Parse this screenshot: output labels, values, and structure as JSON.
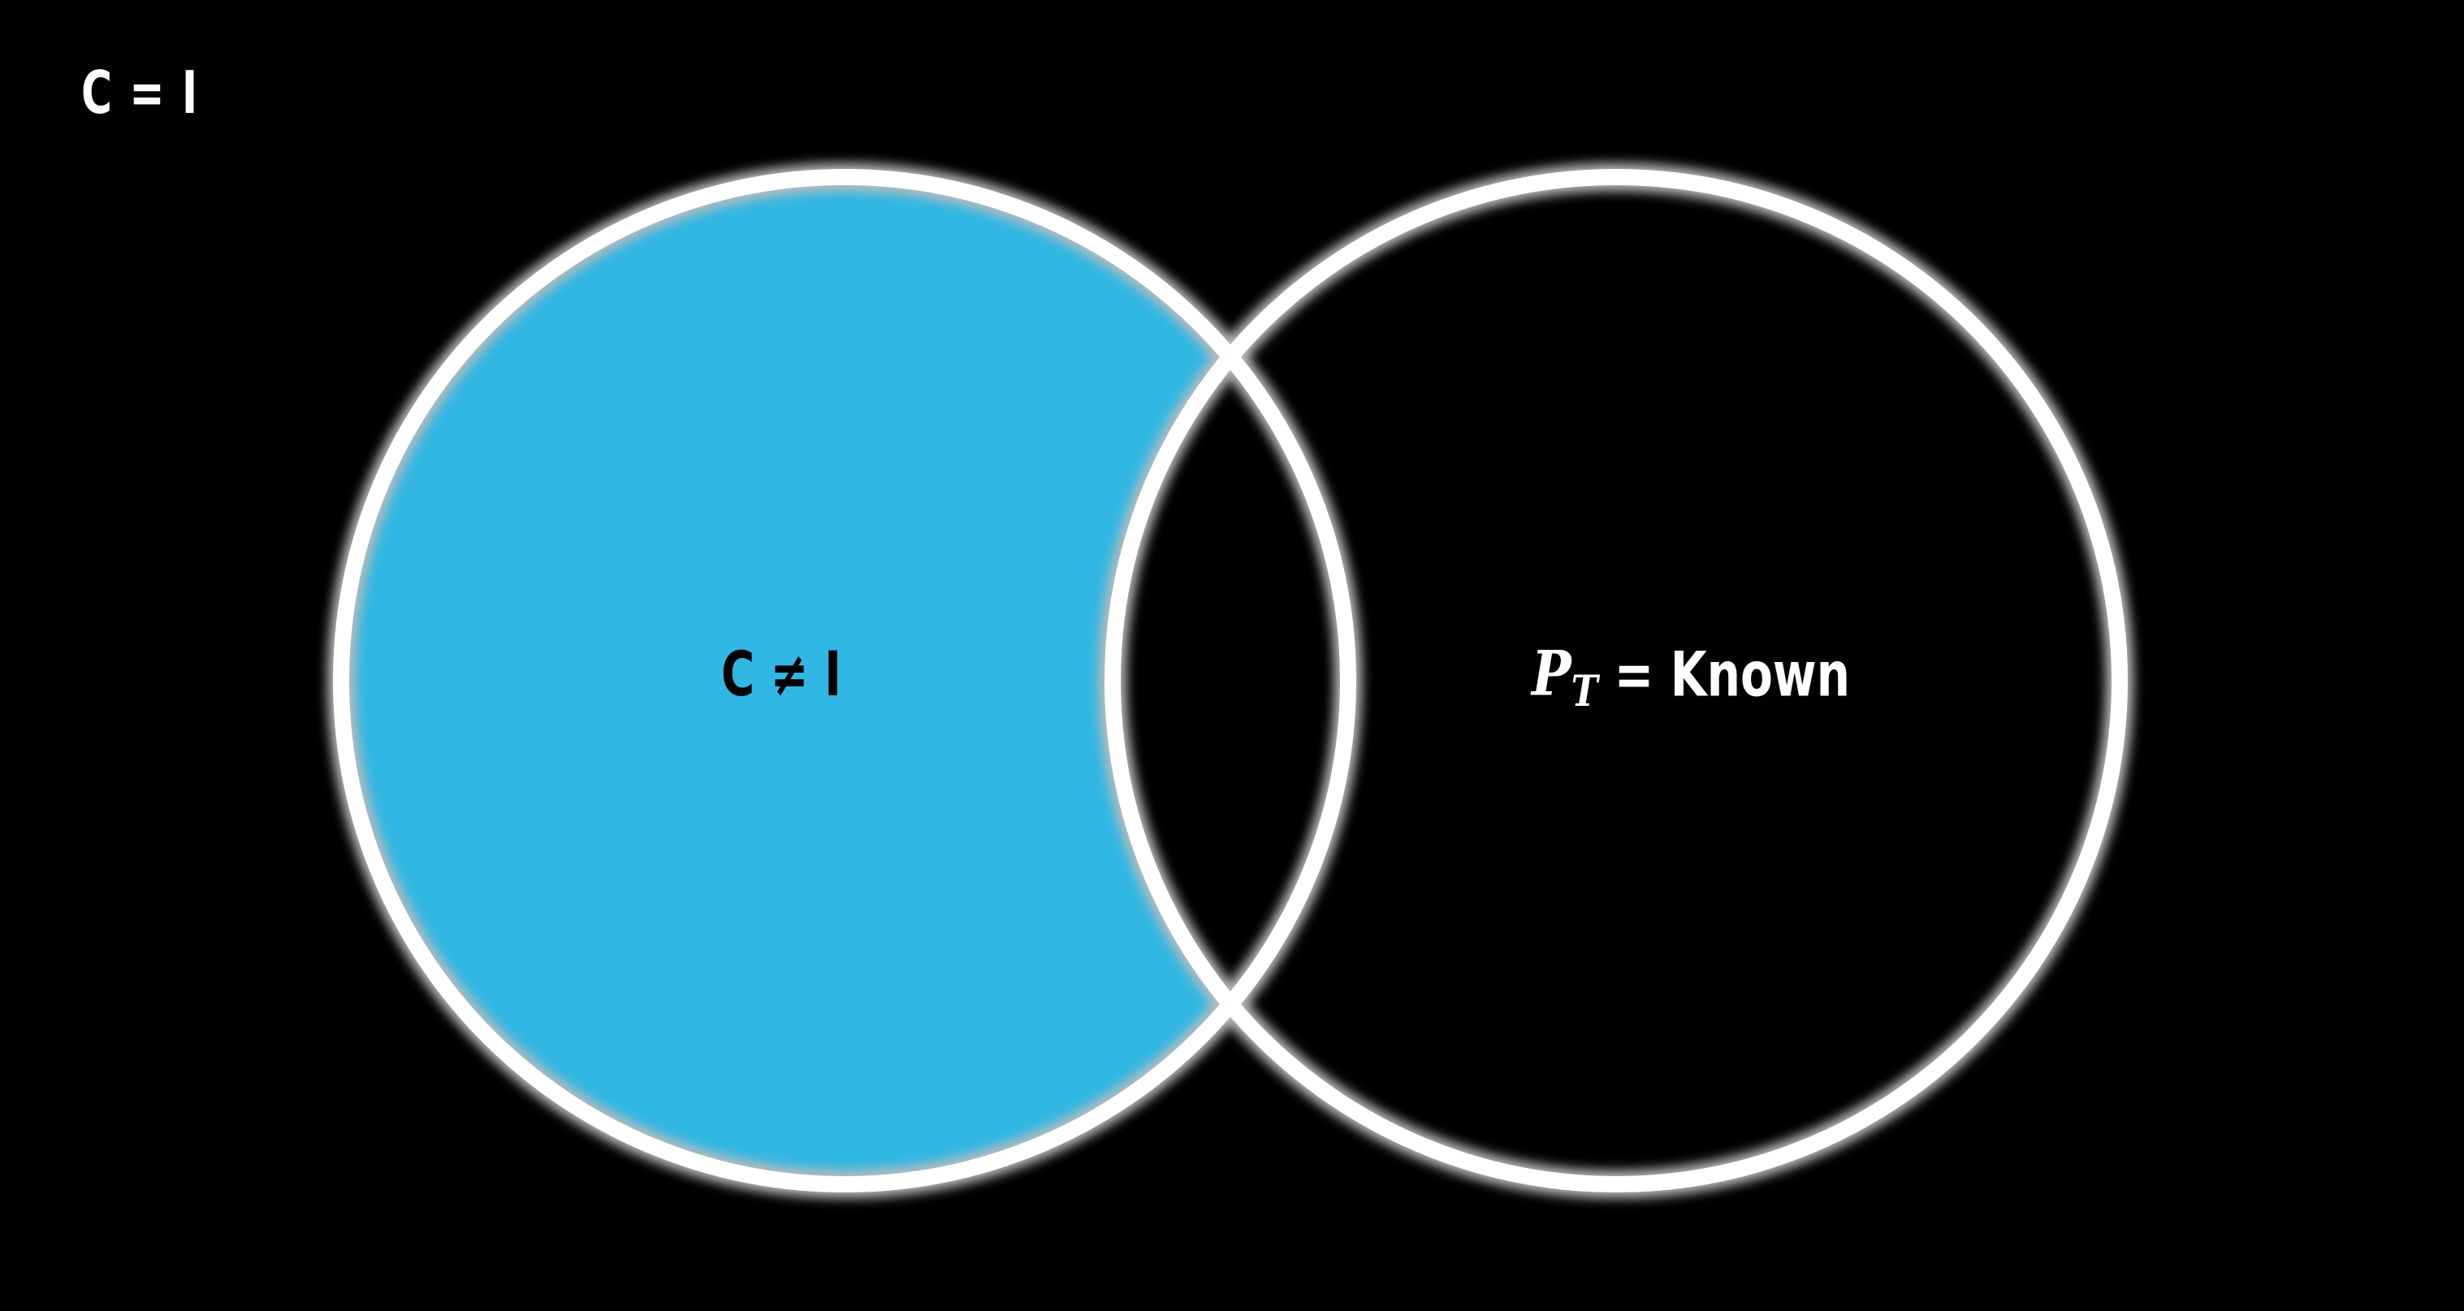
{
  "corner_label": "C = I",
  "left_circle": {
    "label": "C ≠ I",
    "fill_color": "#31b7e3",
    "text_color": "#000000"
  },
  "right_circle": {
    "label_symbol": "P",
    "label_subscript": "T",
    "label_rest": " = Known",
    "text_color": "#ffffff"
  },
  "colors": {
    "background": "#000000",
    "outline": "#ffffff",
    "glow": "#bbbbbb"
  }
}
